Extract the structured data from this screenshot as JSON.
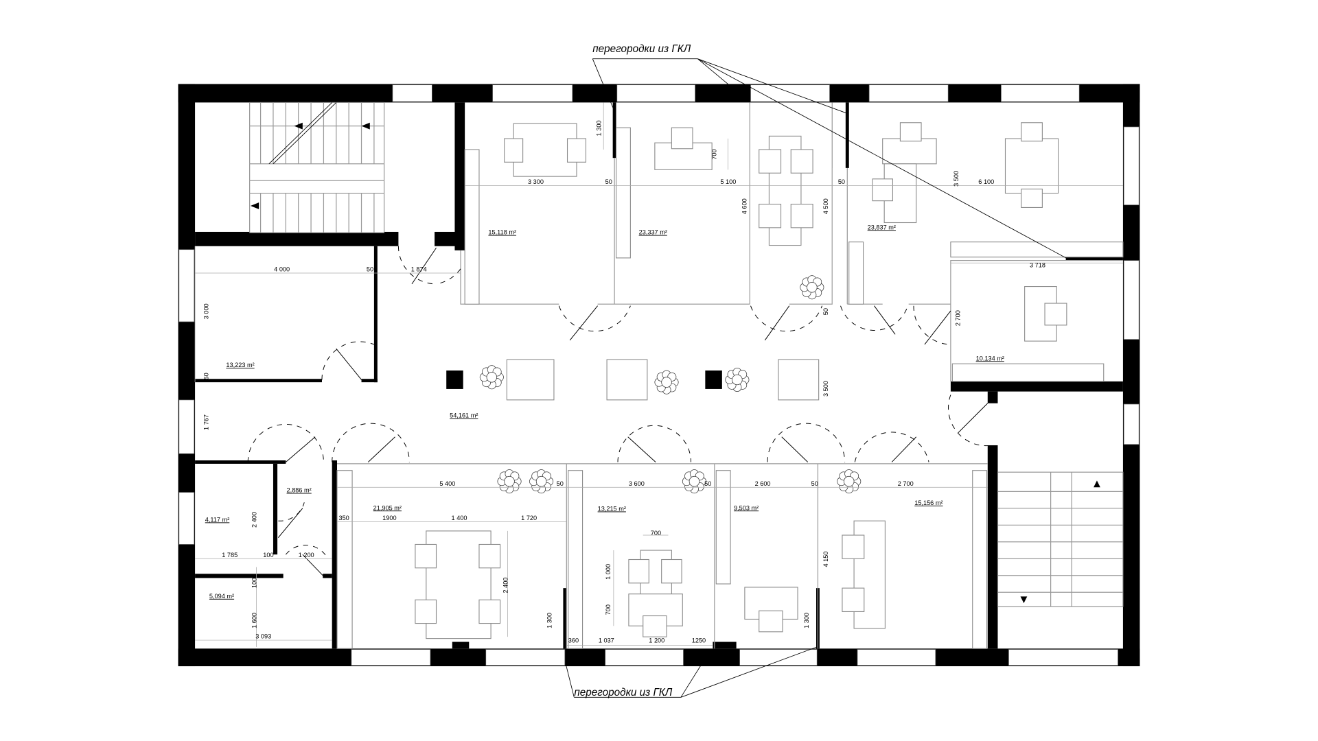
{
  "notes": {
    "top": "перегородки из ГКЛ",
    "bottom": "перегородки из ГКЛ"
  },
  "areas": [
    "15,118 m²",
    "23,337 m²",
    "23,837 m²",
    "13,223 m²",
    "10,134 m²",
    "54,161 m²",
    "2,886 m²",
    "4,117 m²",
    "5,094 m²",
    "21,905 m²",
    "13,215 m²",
    "9,503 m²",
    "15,156 m²"
  ],
  "dims": [
    "3 300",
    "50",
    "5 100",
    "50",
    "6 100",
    "1 300",
    "700",
    "4 600",
    "4 500",
    "3 500",
    "4 000",
    "50",
    "1 874",
    "3 000",
    "50",
    "3 718",
    "2 700",
    "50",
    "3 500",
    "1 767",
    "5 400",
    "50",
    "3 600",
    "50",
    "2 600",
    "50",
    "2 700",
    "350",
    "1900",
    "1 400",
    "1 720",
    "700",
    "2 400",
    "1 785",
    "100",
    "1 200",
    "2 400",
    "1 000",
    "700",
    "4 150",
    "1 300",
    "1 300",
    "100",
    "1 600",
    "3 093",
    "360",
    "1 037",
    "1 200",
    "1250"
  ]
}
